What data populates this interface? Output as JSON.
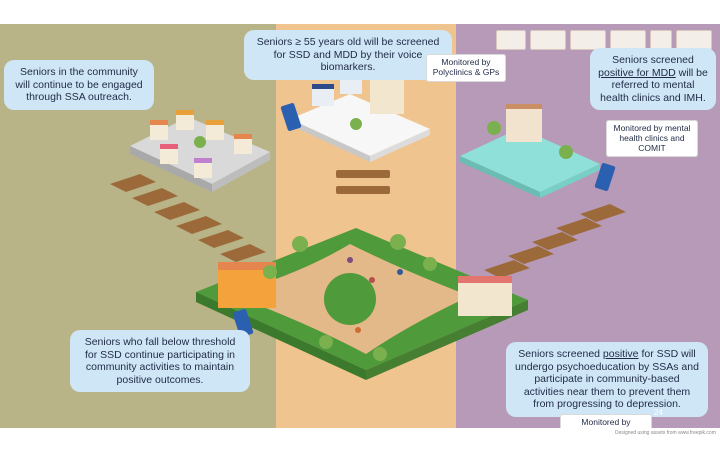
{
  "callouts": {
    "top_center": "Seniors ≥ 55 years old will be screened for SSD and MDD  by their voice biomarkers.",
    "top_center_monitor": "Monitored by Polyclinics & GPs",
    "left": "Seniors in the community will continue to be engaged through SSA outreach.",
    "right_prefix": "Seniors screened ",
    "right_underline": "positive for MDD",
    "right_suffix": " will be referred to mental health clinics and IMH.",
    "right_monitor": "Monitored by mental health clinics and COMIT",
    "bottom_left": "Seniors who fall below threshold for SSD continue participating in community activities to maintain positive outcomes.",
    "bottom_right_prefix": "Seniors screened ",
    "bottom_right_underline": "positive",
    "bottom_right_suffix": " for SSD will undergo psychoeducation by SSAs and participate in community-based activities near them to prevent them from progressing to depression.",
    "bottom_right_monitor": "Monitored by CREST"
  },
  "slide_number": "24",
  "footer_credit": "Designed using assets from www.freepik.com",
  "colors": {
    "left_band": "#b9b487",
    "middle_band": "#f0c48e",
    "right_band": "#b79ab8",
    "callout_fill": "#cfe6f7",
    "park_grass": "#4f9a3a",
    "path": "#e4b98a"
  }
}
